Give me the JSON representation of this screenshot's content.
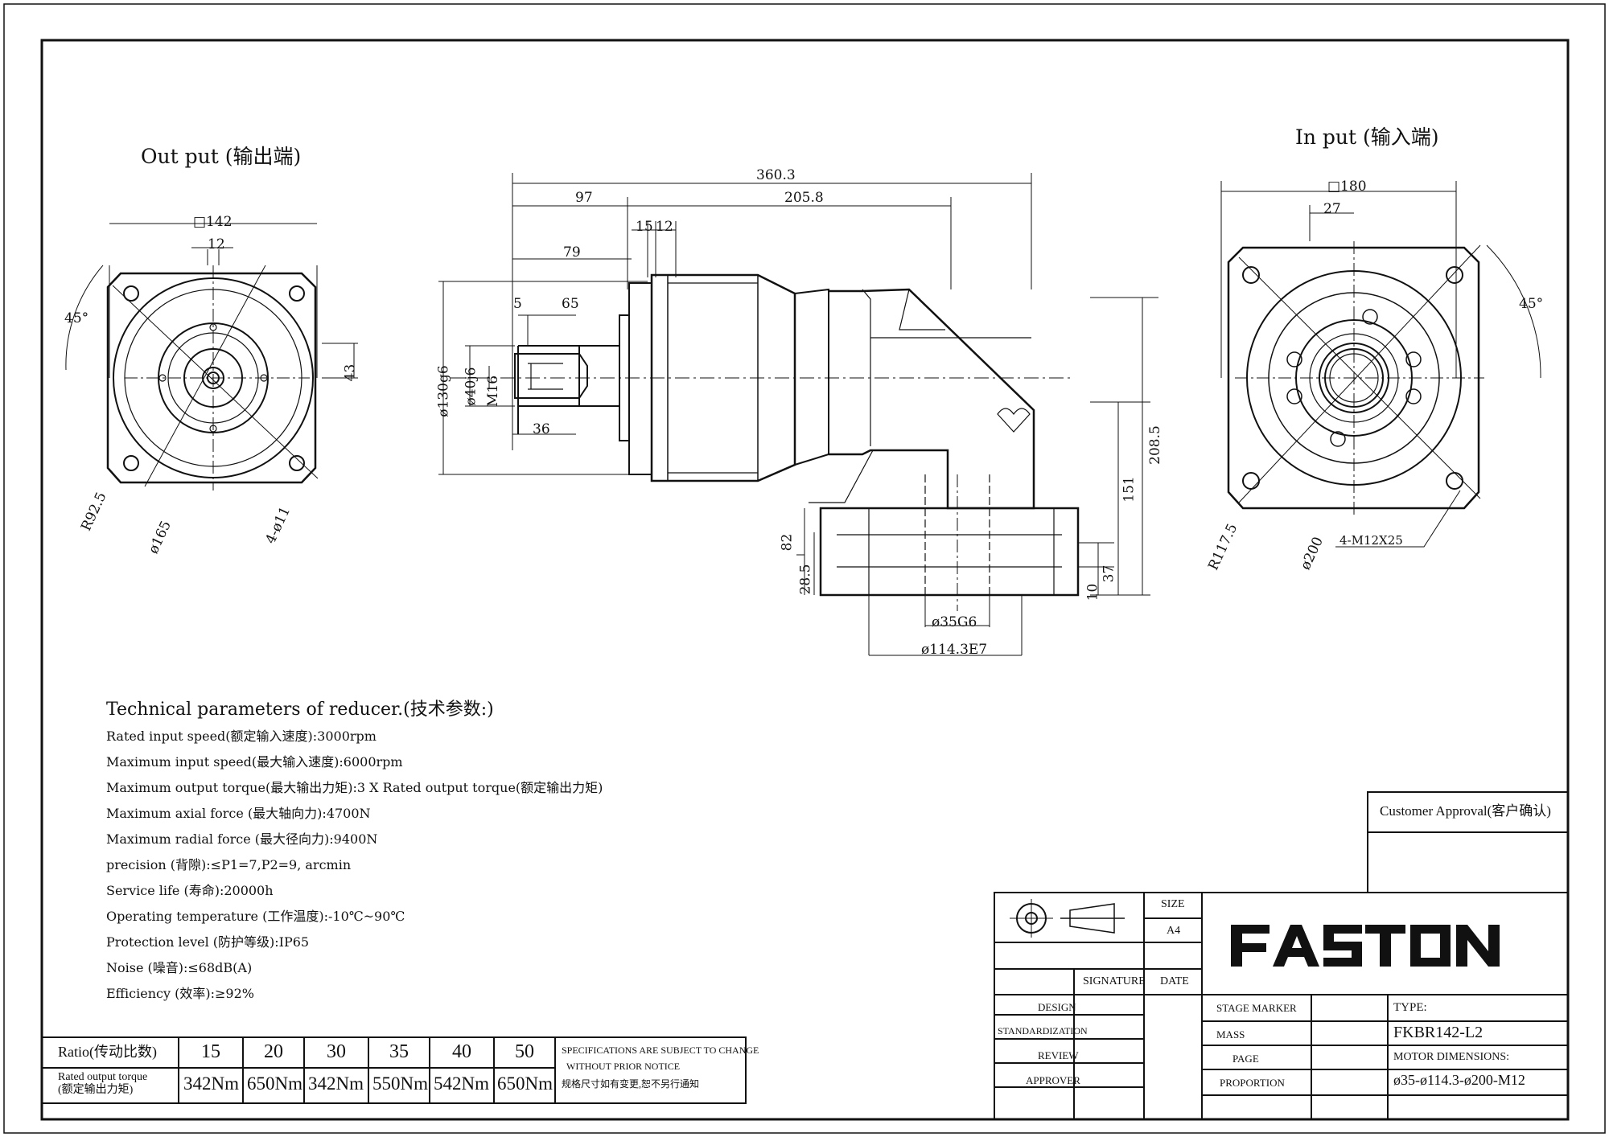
{
  "views": {
    "output_title": "Out put (输出端)",
    "input_title": "In put (输入端)"
  },
  "dims_output": {
    "square": "□142",
    "key": "12",
    "angle": "45°",
    "height": "43",
    "radius": "R92.5",
    "pcd": "ø165",
    "holes": "4-ø11"
  },
  "dims_side": {
    "total": "360.3",
    "d97": "97",
    "d2058": "205.8",
    "d15": "15",
    "d12": "12",
    "d79": "79",
    "d5": "5",
    "d65": "65",
    "d36": "36",
    "d130": "ø130g6",
    "d40": "ø40j6",
    "m16": "M16",
    "d82": "82",
    "d285": "28.5",
    "d10": "10",
    "d37": "37",
    "d151": "151",
    "d2085": "208.5",
    "d35": "ø35G6",
    "d1143": "ø114.3E7"
  },
  "dims_input": {
    "square": "□180",
    "d27": "27",
    "angle": "45°",
    "radius": "R117.5",
    "pcd": "ø200",
    "holes": "4-M12X25"
  },
  "tech": {
    "title": "Technical parameters of reducer.(技术参数:)",
    "lines": [
      "Rated input speed(额定输入速度):3000rpm",
      "Maximum input speed(最大输入速度):6000rpm",
      "Maximum output torque(最大输出力矩):3 X Rated output torque(额定输出力矩)",
      "Maximum axial force (最大轴向力):4700N",
      "Maximum radial force (最大径向力):9400N",
      "precision (背隙):≤P1=7,P2=9, arcmin",
      "Service life (寿命):20000h",
      "Operating temperature (工作温度):-10℃~90℃",
      "Protection level (防护等级):IP65",
      "Noise (噪音):≤68dB(A)",
      "Efficiency (效率):≥92%"
    ]
  },
  "ratio_table": {
    "ratio_label": "Ratio(传动比数)",
    "torque_label_1": "Rated output torque",
    "torque_label_2": "(额定输出力矩)",
    "ratios": [
      "15",
      "20",
      "30",
      "35",
      "40",
      "50"
    ],
    "torques": [
      "342Nm",
      "650Nm",
      "342Nm",
      "550Nm",
      "542Nm",
      "650Nm"
    ],
    "notice_1": "SPECIFICATIONS ARE SUBJECT TO CHANGE",
    "notice_2": "WITHOUT PRIOR NOTICE",
    "notice_3": "规格尺寸如有变更,恕不另行通知"
  },
  "title_block": {
    "customer_approval": "Customer Approval(客户确认)",
    "size_label": "SIZE",
    "size_value": "A4",
    "signature": "SIGNATURE",
    "date": "DATE",
    "design": "DESIGN",
    "standardization": "STANDARDIZATION",
    "review": "REVIEW",
    "approver": "APPROVER",
    "stage_marker": "STAGE MARKER",
    "mass": "MASS",
    "page": "PAGE",
    "proportion": "PROPORTION",
    "type_label": "TYPE:",
    "type_value": "FKBR142-L2",
    "motor_label": "MOTOR DIMENSIONS:",
    "motor_value": "ø35-ø114.3-ø200-M12",
    "brand": "FASTON"
  }
}
